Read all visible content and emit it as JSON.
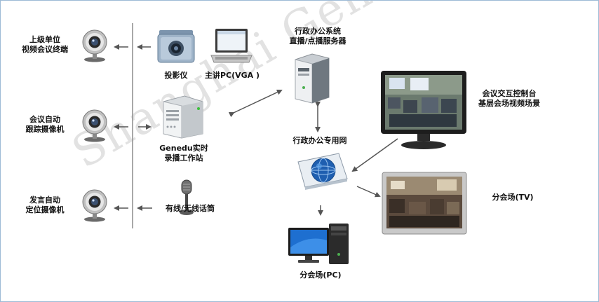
{
  "watermark": "Shanghai Genedu",
  "labels": {
    "superior_terminal": [
      "上级单位",
      "视频会议终端"
    ],
    "tracking_camera": [
      "会议自动",
      "跟踪摄像机"
    ],
    "speaker_camera": [
      "发言自动",
      "定位摄像机"
    ],
    "projector": "投影仪",
    "main_pc": "主讲PC(VGA )",
    "recording_station": [
      "Genedu实时",
      "录播工作站"
    ],
    "microphone": "有线/无线话筒",
    "admin_server": [
      "行政办公系统",
      "直播/点播服务器"
    ],
    "admin_network": "行政办公专用网",
    "branch_pc": "分会场(PC)",
    "control_console": [
      "会议交互控制台",
      "基层会场视频场景"
    ],
    "branch_tv": "分会场(TV)"
  },
  "colors": {
    "border": "#9dbad6",
    "arrow": "#555555",
    "bus": "#8c8c8c"
  }
}
